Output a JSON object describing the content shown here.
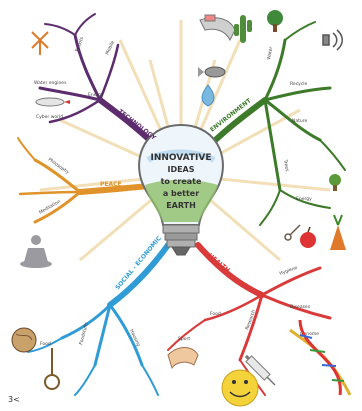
{
  "central": {
    "lines": [
      "INNOVATIVE",
      "IDEAS",
      "to create",
      "a better",
      "EARTH"
    ]
  },
  "branches": {
    "technology": {
      "label": "TECHNOLOGY",
      "color": "#5c2c6e"
    },
    "environment": {
      "label": "ENVIRONMENT",
      "color": "#3d7a2a"
    },
    "health": {
      "label": "HEALTH",
      "color": "#d93a3a"
    },
    "social": {
      "label": "SOCIAL - ECONOMIC",
      "color": "#2f9cd6"
    },
    "peace": {
      "label": "PEACE",
      "color": "#e0932a"
    }
  },
  "sub_labels": {
    "tech_1": "Robots",
    "tech_2": "Water engines",
    "tech_3": "Cyber world",
    "tech_4": "Mobile",
    "tech_5": "Energy",
    "env_1": "Recycle",
    "env_2": "Water",
    "env_3": "Nature",
    "env_4": "Trees",
    "env_5": "Energy",
    "peace_1": "Philosophy",
    "peace_2": "Meditation",
    "social_1": "Food",
    "social_2": "Foodstuffs",
    "social_3": "Housing",
    "health_1": "Hygiene",
    "health_2": "Diseases",
    "health_3": "Research",
    "health_4": "Food",
    "health_5": "Sport",
    "health_6": "Genome"
  },
  "signature": "3<",
  "colors": {
    "bulb_outline": "#6b6b6b",
    "rays": "#f1dcb0",
    "sky": "#bcd9ef",
    "land": "#8fbf6a"
  }
}
